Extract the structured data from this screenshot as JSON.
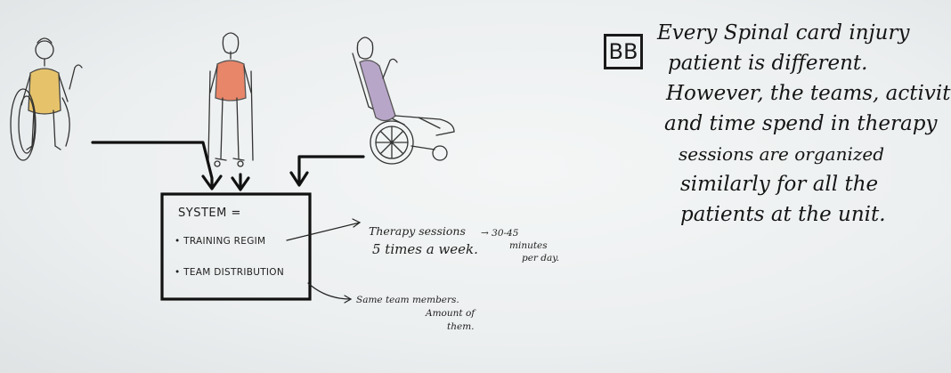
{
  "badge": "BB",
  "note_lines": [
    "Every Spinal card injury",
    "patient is different.",
    "However, the teams, activities",
    "and time spend in therapy",
    "sessions are organized",
    "similarly for all the",
    "patients at the unit."
  ],
  "system": {
    "title": "SYSTEM =",
    "items": [
      "• TRAINING REGIM",
      "• TEAM DISTRIBUTION"
    ]
  },
  "therapy": [
    "Therapy sessions",
    "5 times a week."
  ],
  "minutes": [
    "→ 30-45",
    "minutes",
    "per day."
  ],
  "team_note": [
    "Same team members.",
    "Amount of",
    "them."
  ],
  "colors": {
    "ink": "#1a1a1a",
    "figure1_shirt": "#e6c36b",
    "figure2_shirt": "#e8866a",
    "figure3_blanket": "#b8a6c9",
    "background": "#eceff0"
  },
  "icons": [
    "person-in-wheelchair-icon",
    "person-on-crutches-icon",
    "person-in-reclining-wheelchair-icon"
  ]
}
